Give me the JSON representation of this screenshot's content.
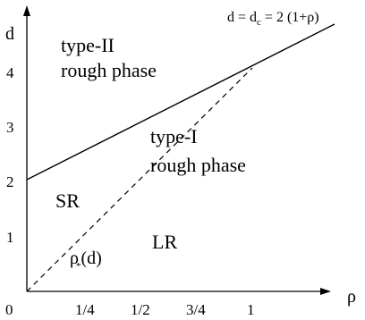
{
  "axes": {
    "x_label": "ρ",
    "y_label": "d",
    "x_ticks": [
      "0",
      "1/4",
      "1/2",
      "3/4",
      "1"
    ],
    "y_ticks": [
      "1",
      "2",
      "3",
      "4"
    ]
  },
  "line_label": {
    "lhs": "d = d",
    "subscript": "c",
    "rhs": " = 2 (1+ρ)"
  },
  "regions": {
    "type_ii_line1": "type-II",
    "type_ii_line2": "rough phase",
    "type_i_line1": "type-I",
    "type_i_line2": "rough phase",
    "sr": "SR",
    "lr": "LR"
  },
  "curve_label": {
    "base": "ρ",
    "subscript": "*",
    "arg": "(d)"
  },
  "colors": {
    "ink": "#000000",
    "background": "#ffffff"
  }
}
